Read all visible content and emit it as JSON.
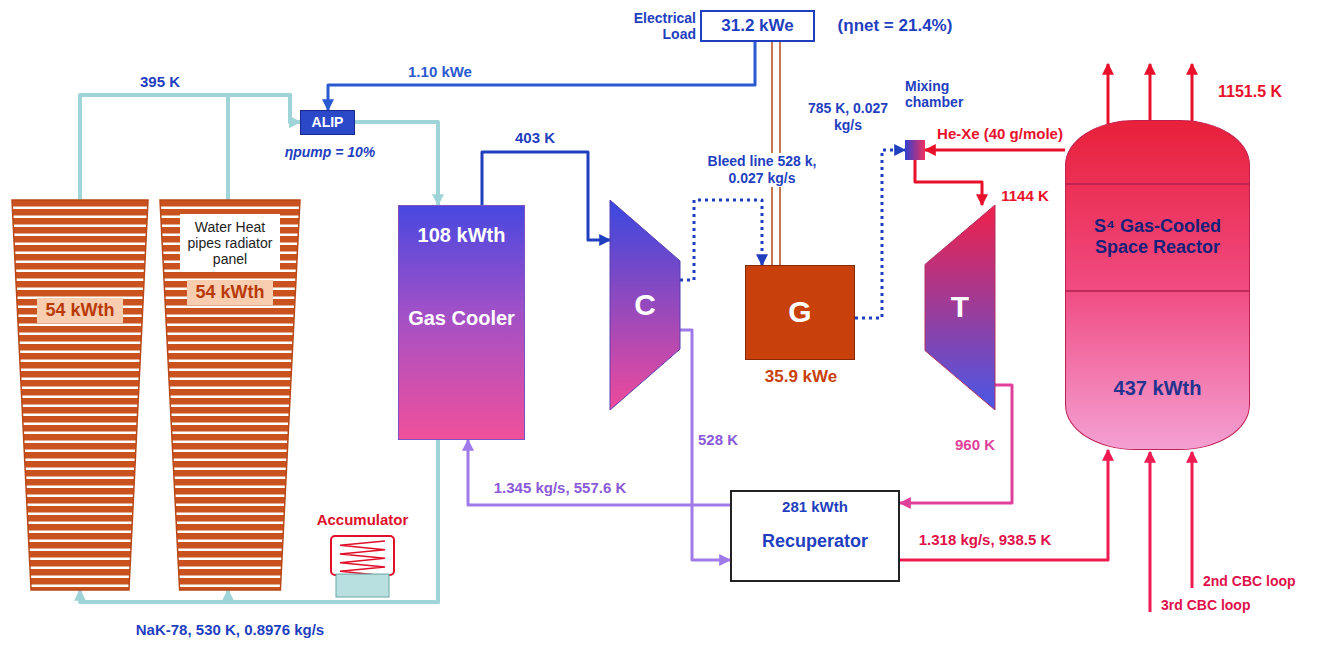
{
  "diagram": {
    "nodes": [
      {
        "text": [
          "54 kWth"
        ]
      },
      {
        "text": [
          "Water Heat pipes radiator panel",
          "54 kWth"
        ]
      },
      {
        "text": [
          "ALIP"
        ]
      },
      {
        "text": [
          "Electrical Load",
          "31.2 kWe"
        ]
      },
      {
        "text": [
          "108 kWth",
          "Gas Cooler"
        ]
      },
      {
        "text": [
          "Accumulator"
        ]
      },
      {
        "text": [
          "C"
        ]
      },
      {
        "text": [
          "G",
          "35.9 kWe"
        ]
      },
      {
        "text": [
          "Mixing chamber"
        ]
      },
      {
        "text": [
          "T"
        ]
      },
      {
        "text": [
          "S⁴ Gas-Cooled Space Reactor",
          "437 kWth"
        ]
      },
      {
        "text": [
          "281 kWth",
          "Recuperator"
        ]
      }
    ],
    "edges": [
      {
        "from": 0,
        "to": 2,
        "arrow": "to"
      },
      {
        "from": 1,
        "to": 2,
        "arrow": "to"
      },
      {
        "from": 2,
        "to": 4,
        "arrow": "to"
      },
      {
        "from": 4,
        "to": 0,
        "arrow": "to"
      },
      {
        "from": 4,
        "to": 1,
        "arrow": "to"
      },
      {
        "from": 4,
        "to": 6,
        "label": "403 K",
        "arrow": "to"
      },
      {
        "from": 6,
        "to": 7,
        "label": "Bleed line 528 k, 0.027 kg/s",
        "arrow": "to"
      },
      {
        "from": 7,
        "to": 8,
        "label": "785 K, 0.027 kg/s",
        "arrow": "to"
      },
      {
        "from": 10,
        "to": 8,
        "label": "He-Xe (40 g/mole)",
        "arrow": "to"
      },
      {
        "from": 8,
        "to": 9,
        "label": "1144 K",
        "arrow": "to"
      },
      {
        "from": 9,
        "to": 11,
        "label": "960 K",
        "arrow": "to"
      },
      {
        "from": 11,
        "to": 4,
        "label": "1.345 kg/s, 557.6 K",
        "arrow": "to"
      },
      {
        "from": 6,
        "to": 11,
        "label": "528 K",
        "arrow": "to"
      },
      {
        "from": 11,
        "to": 10,
        "label": "1.318 kg/s, 938.5 K",
        "arrow": "to"
      },
      {
        "from": 7,
        "to": 3,
        "arrow": "none"
      },
      {
        "from": 3,
        "to": 2,
        "label": "1.10 kWe",
        "arrow": "to"
      }
    ],
    "labels": [
      "395 K",
      "ηpump = 10%",
      "(ηnet = 21.4%)",
      "1151.5 K",
      "2nd CBC loop",
      "3rd CBC loop",
      "NaK-78, 530 K, 0.8976 kg/s"
    ]
  }
}
